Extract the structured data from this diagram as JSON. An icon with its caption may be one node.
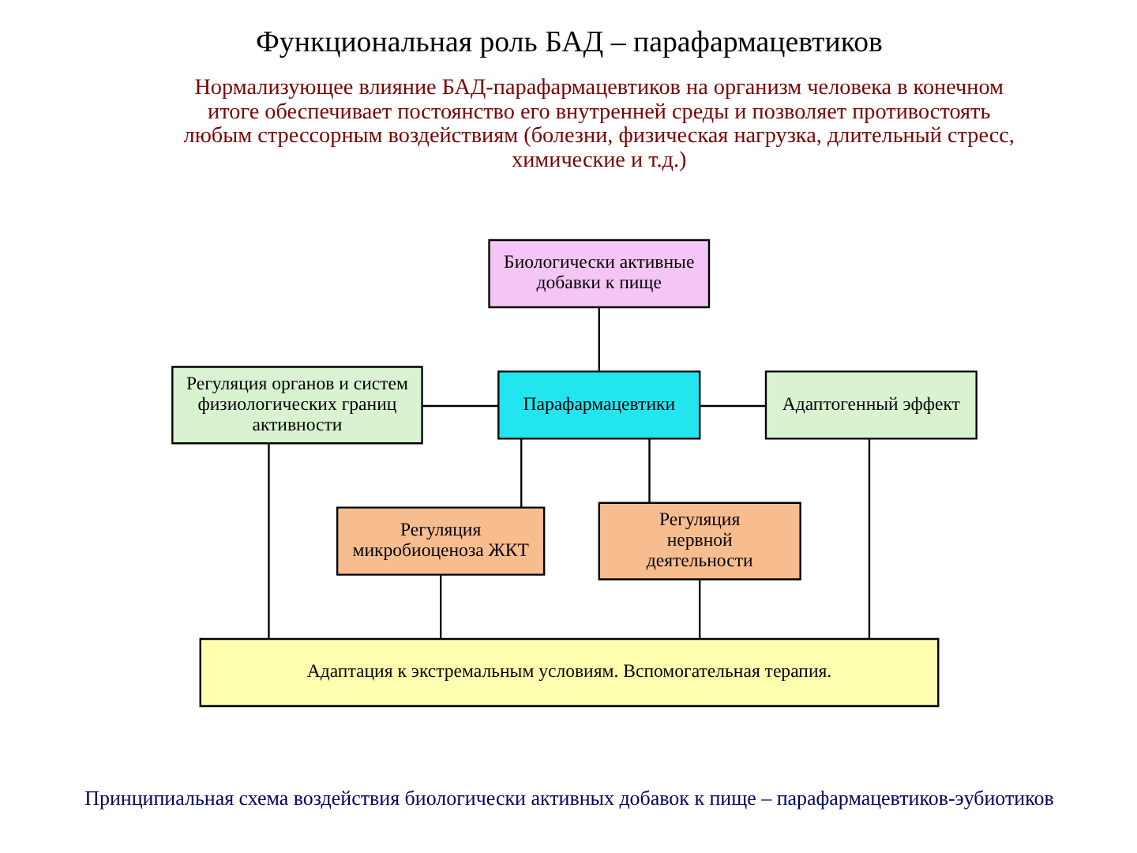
{
  "diagram": {
    "title": "Функциональная роль БАД – парафармацевтиков",
    "caption": "Принципиальная схема воздействия биологически активных добавок к пище – парафармацевтиков-эубиотиков",
    "nodes": [
      {
        "text": [
          "Биологически активные добавки к пище"
        ]
      },
      {
        "text": [
          "Регуляция органов и систем физиологических границ активности"
        ]
      },
      {
        "text": [
          "Парафармацевтики"
        ]
      },
      {
        "text": [
          "Адаптогенный эффект"
        ]
      },
      {
        "text": [
          "Регуляция нервной деятельности"
        ]
      },
      {
        "text": [
          "Регуляция микробиоценоза ЖКТ"
        ]
      },
      {
        "text": [
          "Адаптация к экстремальным условиям. Вспомогательная терапия."
        ]
      }
    ],
    "edges": [
      {
        "from": 0,
        "to": 2,
        "arrow": "none"
      },
      {
        "from": 1,
        "to": 2,
        "arrow": "none"
      },
      {
        "from": 2,
        "to": 3,
        "arrow": "none"
      },
      {
        "from": 2,
        "to": 4,
        "arrow": "none"
      },
      {
        "from": 2,
        "to": 5,
        "arrow": "none"
      },
      {
        "from": 1,
        "to": 6,
        "arrow": "none"
      },
      {
        "from": 4,
        "to": 6,
        "arrow": "none"
      },
      {
        "from": 5,
        "to": 6,
        "arrow": "none"
      },
      {
        "from": 3,
        "to": 6,
        "arrow": "none"
      }
    ],
    "labels": [
      "Нормализующее влияние БАД-парафармацевтиков на организм человека в конечном итоге обеспечивает постоянство его внутренней среды и позволяет противостоять любым стрессорным воздействиям (болезни, физическая нагрузка, длительный стресс, химические и т.д.)"
    ]
  }
}
